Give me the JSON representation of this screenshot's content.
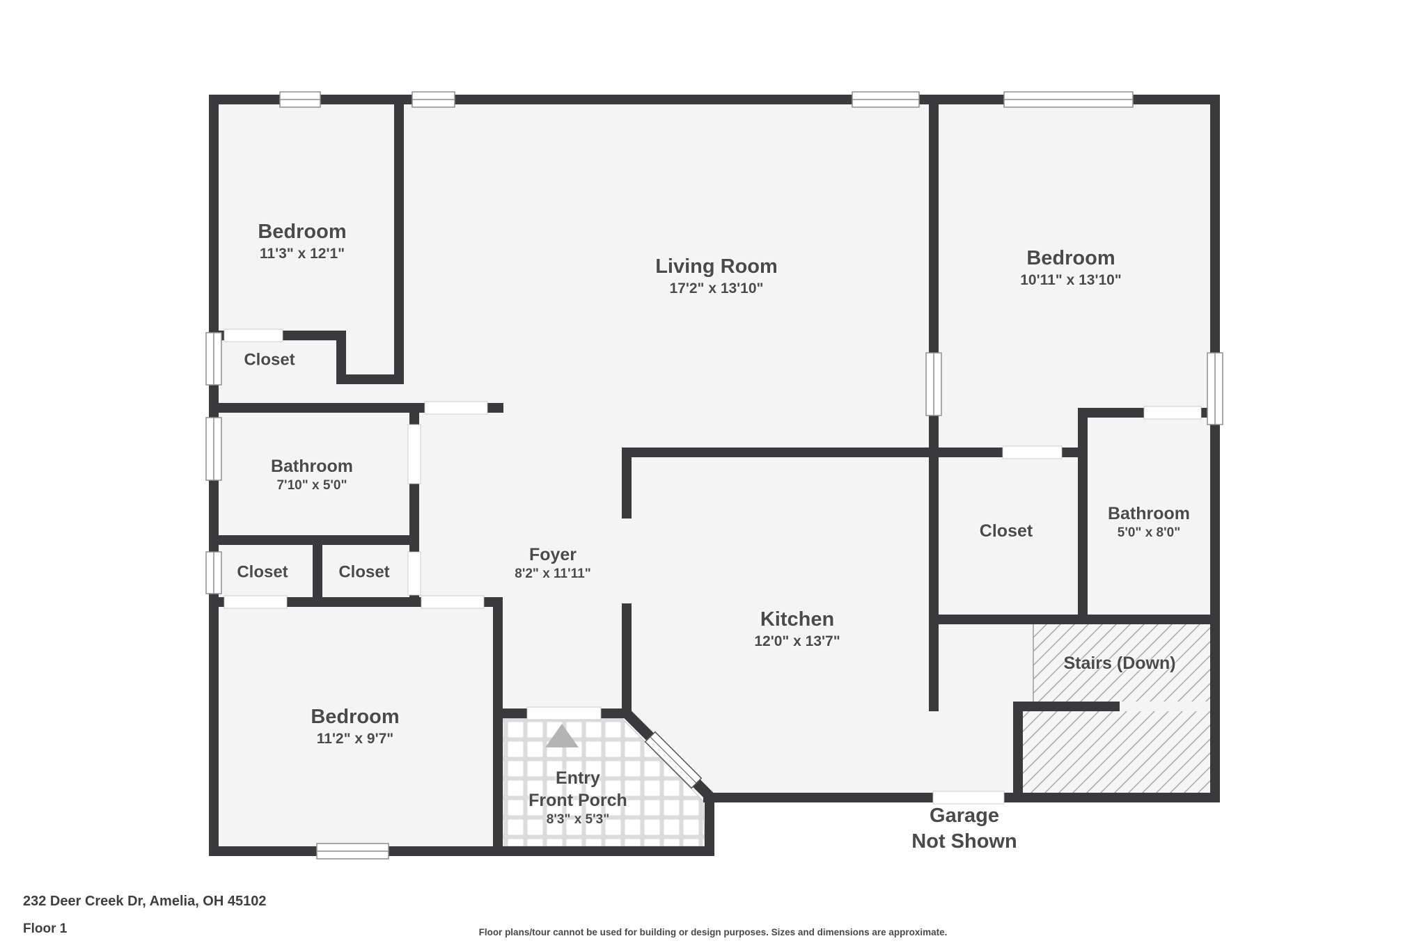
{
  "colors": {
    "wall": "#3a3a3c",
    "floor": "#f4f4f4",
    "background": "#ffffff",
    "label_text": "#4a4a4a",
    "hatch_line": "#a3a3a3",
    "tile_grout": "#dcdcdc",
    "arrow": "#b4b4b4"
  },
  "rooms": {
    "bedroom_top_left": {
      "name": "Bedroom",
      "dims": "11'3\" x 12'1\""
    },
    "living_room": {
      "name": "Living Room",
      "dims": "17'2\" x 13'10\""
    },
    "bedroom_top_right": {
      "name": "Bedroom",
      "dims": "10'11\" x 13'10\""
    },
    "closet_top_left": {
      "name": "Closet"
    },
    "bathroom_left": {
      "name": "Bathroom",
      "dims": "7'10\" x 5'0\""
    },
    "closet_left": {
      "name": "Closet"
    },
    "closet_middle": {
      "name": "Closet"
    },
    "bedroom_bottom_left": {
      "name": "Bedroom",
      "dims": "11'2\" x 9'7\""
    },
    "foyer": {
      "name": "Foyer",
      "dims": "8'2\" x 11'11\""
    },
    "kitchen": {
      "name": "Kitchen",
      "dims": "12'0\" x 13'7\""
    },
    "closet_right": {
      "name": "Closet"
    },
    "bathroom_right": {
      "name": "Bathroom",
      "dims": "5'0\" x 8'0\""
    },
    "stairs": {
      "name": "Stairs (Down)"
    },
    "front_porch": {
      "line1": "Entry",
      "line2": "Front Porch",
      "dims": "8'3\" x 5'3\""
    },
    "garage": {
      "line1": "Garage",
      "line2": "Not Shown"
    }
  },
  "footer": {
    "address": "232 Deer Creek Dr, Amelia, OH 45102",
    "floor_label": "Floor 1",
    "disclaimer": "Floor plans/tour cannot be used for building or design purposes. Sizes and dimensions are approximate."
  }
}
